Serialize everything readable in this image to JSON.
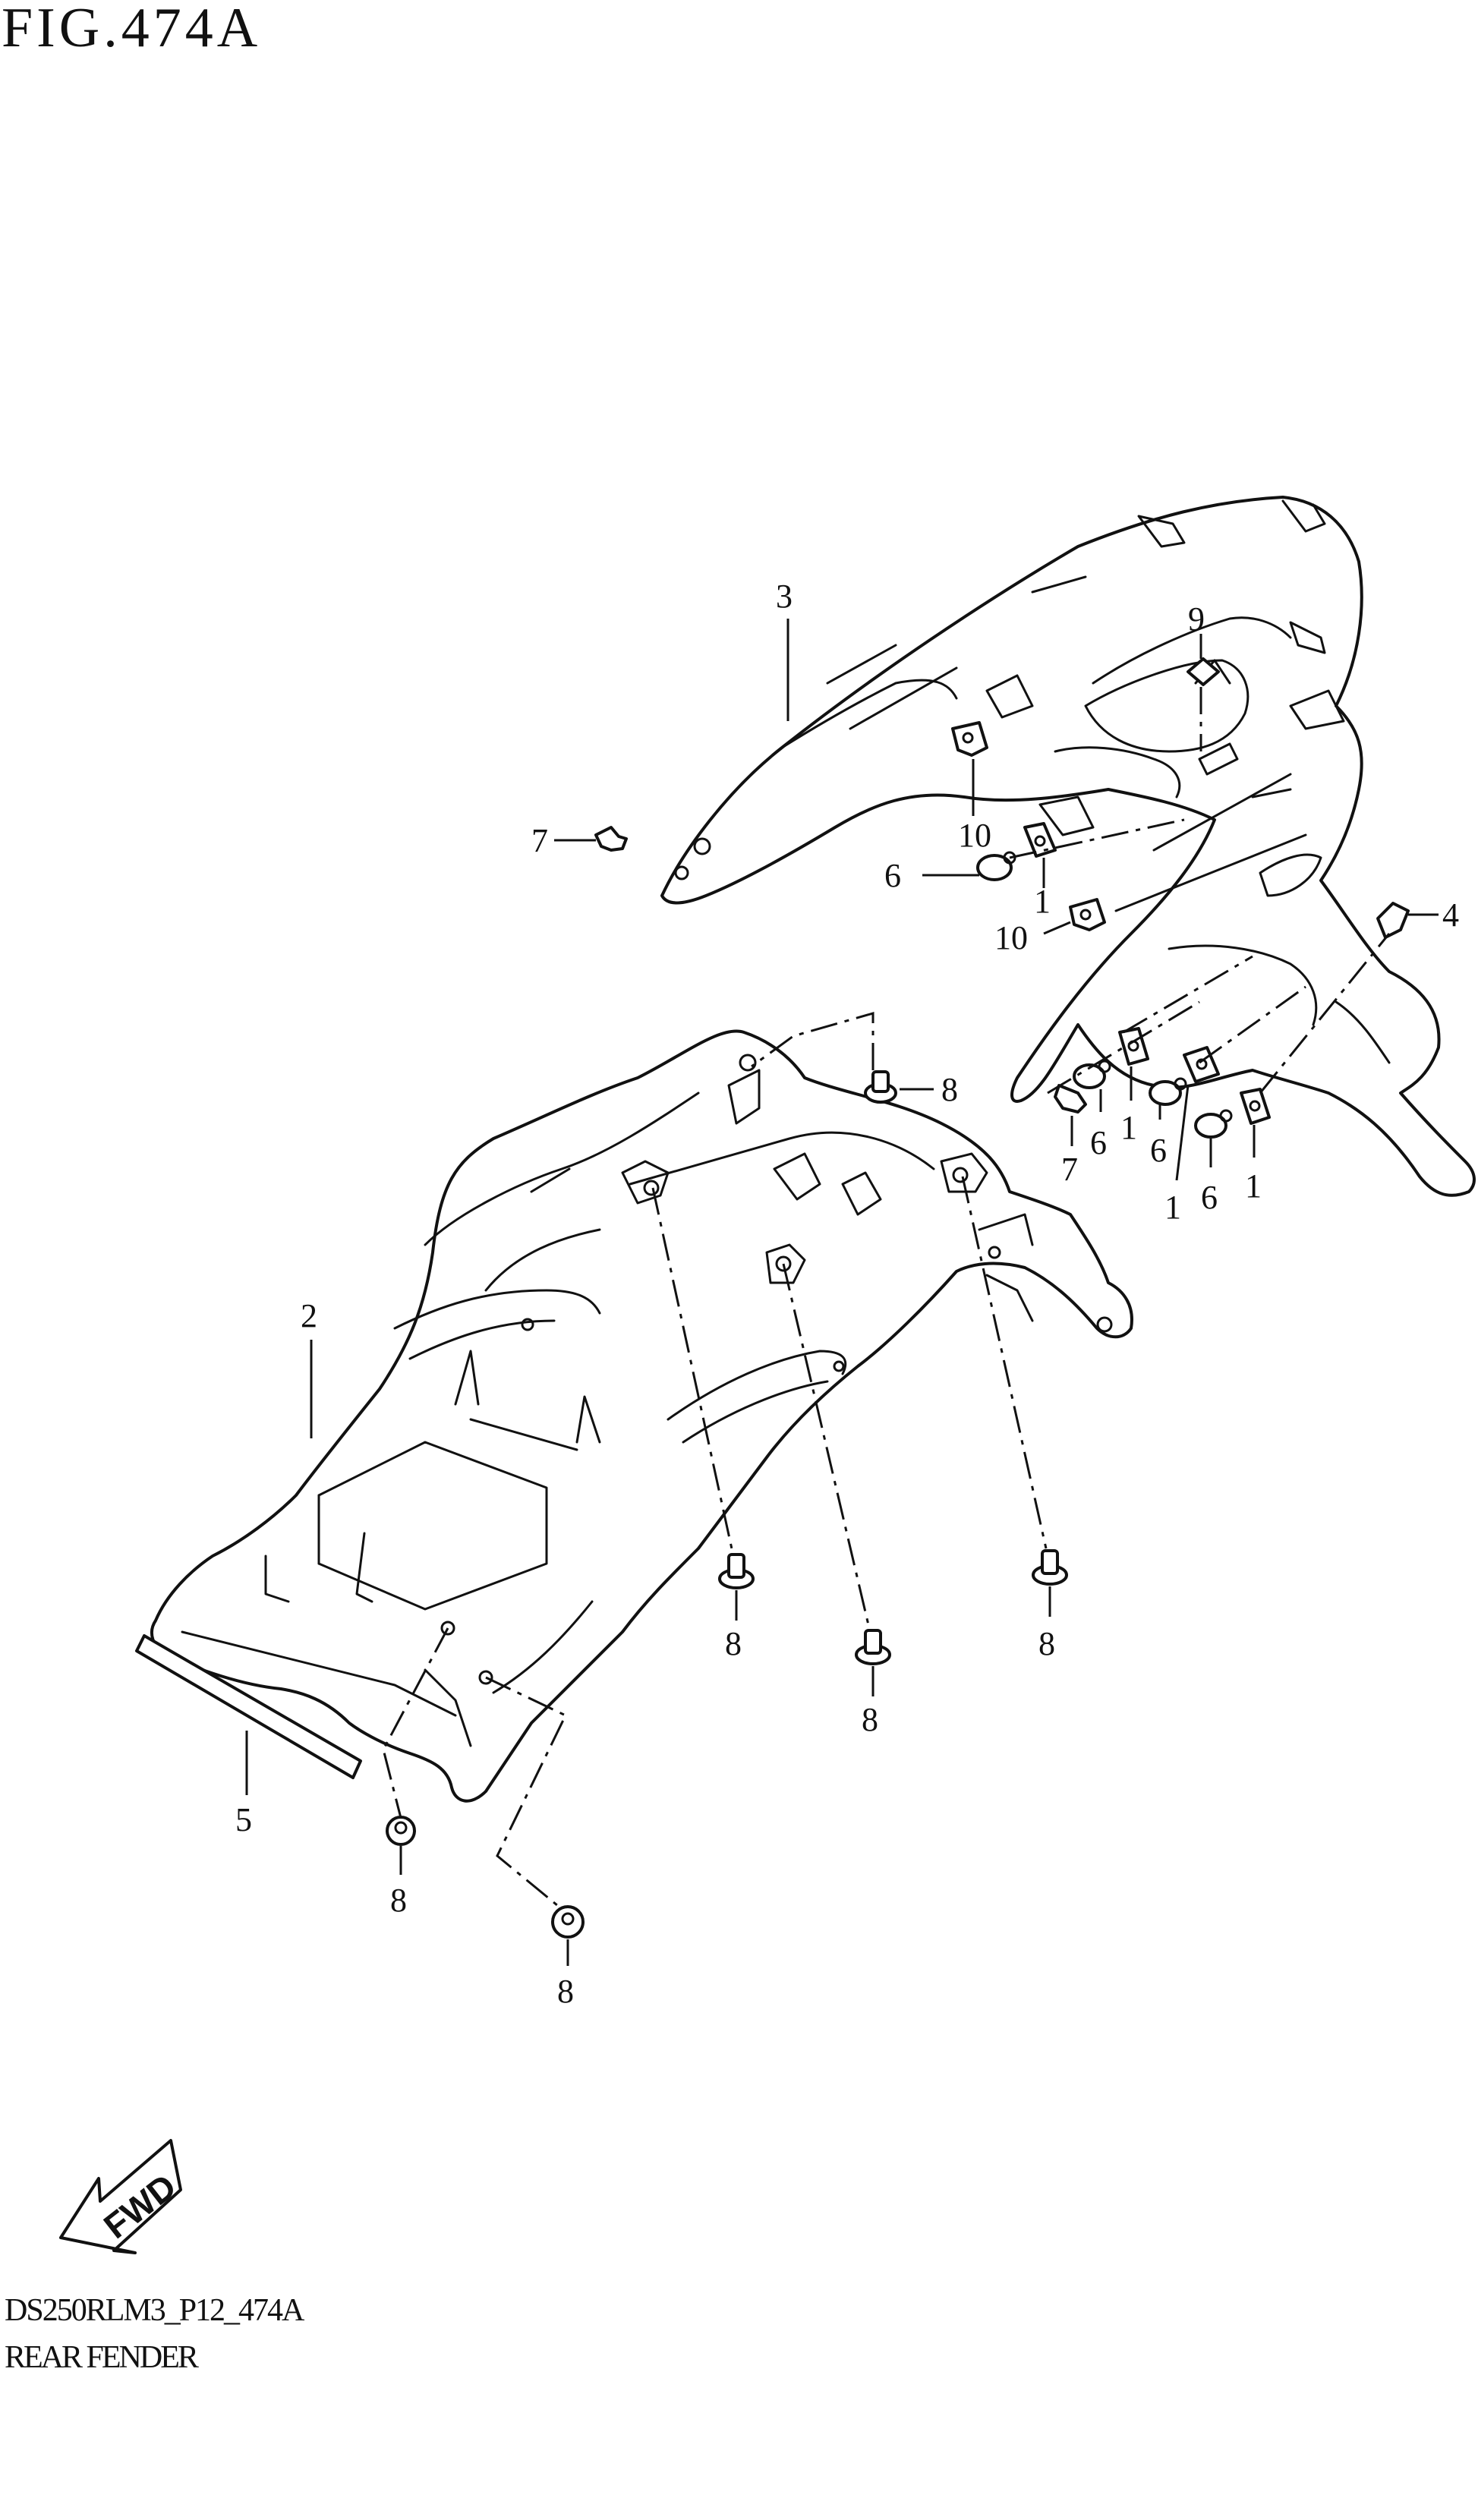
{
  "figure": {
    "title": "FIG.474A",
    "code": "DS250RLM3_P12_474A",
    "name": "REAR FENDER"
  },
  "fwd_label": "FWD",
  "callouts": [
    {
      "id": "c3",
      "label": "3"
    },
    {
      "id": "c9",
      "label": "9"
    },
    {
      "id": "c7a",
      "label": "7"
    },
    {
      "id": "c10a",
      "label": "10"
    },
    {
      "id": "c6a",
      "label": "6"
    },
    {
      "id": "c1a",
      "label": "1"
    },
    {
      "id": "c10b",
      "label": "10"
    },
    {
      "id": "c4",
      "label": "4"
    },
    {
      "id": "c8a",
      "label": "8"
    },
    {
      "id": "c7b",
      "label": "7"
    },
    {
      "id": "c6b",
      "label": "6"
    },
    {
      "id": "c1b",
      "label": "1"
    },
    {
      "id": "c6c",
      "label": "6"
    },
    {
      "id": "c1c",
      "label": "1"
    },
    {
      "id": "c6d",
      "label": "6"
    },
    {
      "id": "c1d",
      "label": "1"
    },
    {
      "id": "c2",
      "label": "2"
    },
    {
      "id": "c8b",
      "label": "8"
    },
    {
      "id": "c8c",
      "label": "8"
    },
    {
      "id": "c8d",
      "label": "8"
    },
    {
      "id": "c5",
      "label": "5"
    },
    {
      "id": "c8e",
      "label": "8"
    },
    {
      "id": "c8f",
      "label": "8"
    }
  ]
}
